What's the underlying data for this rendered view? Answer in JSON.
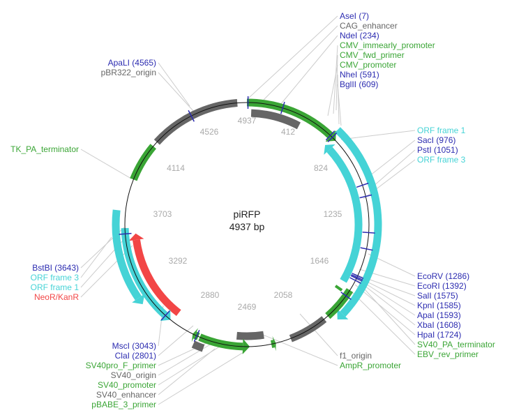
{
  "plasmid": {
    "name": "piRFP",
    "size_label": "4937 bp",
    "length": 4937
  },
  "colors": {
    "enzyme": "#2b2bb0",
    "feature_green": "#3aa535",
    "feature_gray": "#666666",
    "feature_cyan": "#45d3d6",
    "feature_red": "#f24646",
    "backbone": "#111111",
    "leader": "#cccccc",
    "tick_text": "#aaaaaa"
  },
  "ticks": [
    "4937",
    "412",
    "824",
    "1235",
    "1646",
    "2058",
    "2469",
    "2880",
    "3292",
    "3703",
    "4114",
    "4526"
  ],
  "labels": {
    "top_right": [
      {
        "text": "AseI (7)",
        "type": "enzyme"
      },
      {
        "text": "CAG_enhancer",
        "type": "gray"
      },
      {
        "text": "NdeI (234)",
        "type": "enzyme"
      },
      {
        "text": "CMV_immearly_promoter",
        "type": "green"
      },
      {
        "text": "CMV_fwd_primer",
        "type": "green"
      },
      {
        "text": "CMV_promoter",
        "type": "green"
      },
      {
        "text": "NheI (591)",
        "type": "enzyme"
      },
      {
        "text": "BglII (609)",
        "type": "enzyme"
      }
    ],
    "top_left": [
      {
        "text": "ApaLI (4565)",
        "type": "enzyme"
      },
      {
        "text": "pBR322_origin",
        "type": "gray"
      }
    ],
    "right_upper": [
      {
        "text": "ORF frame 1",
        "type": "cyan"
      },
      {
        "text": "SacI (976)",
        "type": "enzyme"
      },
      {
        "text": "PstI (1051)",
        "type": "enzyme"
      },
      {
        "text": "ORF frame 3",
        "type": "cyan"
      }
    ],
    "left_mid": [
      {
        "text": "TK_PA_terminator",
        "type": "green"
      }
    ],
    "left_lower": [
      {
        "text": "BstBI (3643)",
        "type": "enzyme"
      },
      {
        "text": "ORF frame 3",
        "type": "cyan"
      },
      {
        "text": "ORF frame 1",
        "type": "cyan"
      },
      {
        "text": "NeoR/KanR",
        "type": "red"
      }
    ],
    "right_lower": [
      {
        "text": "EcoRV (1286)",
        "type": "enzyme"
      },
      {
        "text": "EcoRI (1392)",
        "type": "enzyme"
      },
      {
        "text": "SalI (1575)",
        "type": "enzyme"
      },
      {
        "text": "KpnI (1585)",
        "type": "enzyme"
      },
      {
        "text": "ApaI (1593)",
        "type": "enzyme"
      },
      {
        "text": "XbaI (1608)",
        "type": "enzyme"
      },
      {
        "text": "HpaI (1724)",
        "type": "enzyme"
      },
      {
        "text": "SV40_PA_terminator",
        "type": "green"
      },
      {
        "text": "EBV_rev_primer",
        "type": "green"
      }
    ],
    "bottom_mid": [
      {
        "text": "f1_origin",
        "type": "gray"
      },
      {
        "text": "AmpR_promoter",
        "type": "green"
      }
    ],
    "bottom_left": [
      {
        "text": "MscI (3043)",
        "type": "enzyme"
      },
      {
        "text": "ClaI (2801)",
        "type": "enzyme"
      },
      {
        "text": "SV40pro_F_primer",
        "type": "green"
      },
      {
        "text": "SV40_origin",
        "type": "gray"
      },
      {
        "text": "SV40_promoter",
        "type": "green"
      },
      {
        "text": "SV40_enhancer",
        "type": "gray"
      },
      {
        "text": "pBABE_3_primer",
        "type": "green"
      }
    ]
  },
  "features": [
    {
      "name": "cmv-promoter-feature",
      "type": "green",
      "start": 0,
      "end": 640,
      "track": "outer",
      "arrow": "end"
    },
    {
      "name": "cag-enhancer-feature",
      "type": "gray",
      "start": 30,
      "end": 380,
      "track": "inner"
    },
    {
      "name": "cmv-fwd-primer-feature",
      "type": "green",
      "start": 570,
      "end": 620,
      "track": "outer",
      "arrow": "end"
    },
    {
      "name": "orf-frame-1-feature",
      "type": "cyan",
      "start": 600,
      "end": 1870,
      "track": "out2",
      "arrow": "end"
    },
    {
      "name": "orf-frame-3-feature",
      "type": "cyan",
      "start": 610,
      "end": 1650,
      "track": "inner",
      "arrow": "start"
    },
    {
      "name": "sv40-pa-terminator-feature",
      "type": "green",
      "start": 1680,
      "end": 1900,
      "track": "outer"
    },
    {
      "name": "ebv-rev-primer-feature",
      "type": "green",
      "start": 1700,
      "end": 1720,
      "track": "inner"
    },
    {
      "name": "f1-origin-feature",
      "type": "gray",
      "start": 1930,
      "end": 2180,
      "track": "outer"
    },
    {
      "name": "ampr-promoter-feature",
      "type": "green",
      "start": 2280,
      "end": 2310,
      "track": "outer",
      "arrow": "start"
    },
    {
      "name": "sv40-enhancer-feature",
      "type": "gray",
      "start": 2350,
      "end": 2540,
      "track": "inner"
    },
    {
      "name": "sv40-promoter-feature",
      "type": "green",
      "start": 2450,
      "end": 2780,
      "track": "outer",
      "arrow": "start"
    },
    {
      "name": "sv40-origin-feature",
      "type": "gray",
      "start": 2735,
      "end": 2800,
      "track": "out2"
    },
    {
      "name": "sv40pro-f-primer-feature",
      "type": "green",
      "start": 2790,
      "end": 2830,
      "track": "outer",
      "arrow": "end"
    },
    {
      "name": "neor-kanr-feature",
      "type": "red",
      "start": 2985,
      "end": 3640,
      "track": "inner",
      "arrow": "end"
    },
    {
      "name": "orf-frame-3-left-feature",
      "type": "cyan",
      "start": 3000,
      "end": 3680,
      "track": "outer",
      "arrow": "start"
    },
    {
      "name": "orf-frame-1-left-feature",
      "type": "cyan",
      "start": 3190,
      "end": 3790,
      "track": "out2",
      "arrow": "start"
    },
    {
      "name": "tk-pa-terminator-feature",
      "type": "green",
      "start": 4000,
      "end": 4250,
      "track": "outer"
    },
    {
      "name": "pbr322-origin-feature",
      "type": "gray",
      "start": 4285,
      "end": 4875,
      "track": "outer"
    }
  ],
  "enzymes": [
    7,
    234,
    591,
    609,
    976,
    1051,
    1286,
    1392,
    1575,
    1585,
    1593,
    1608,
    1724,
    2801,
    3043,
    3643,
    4565
  ]
}
